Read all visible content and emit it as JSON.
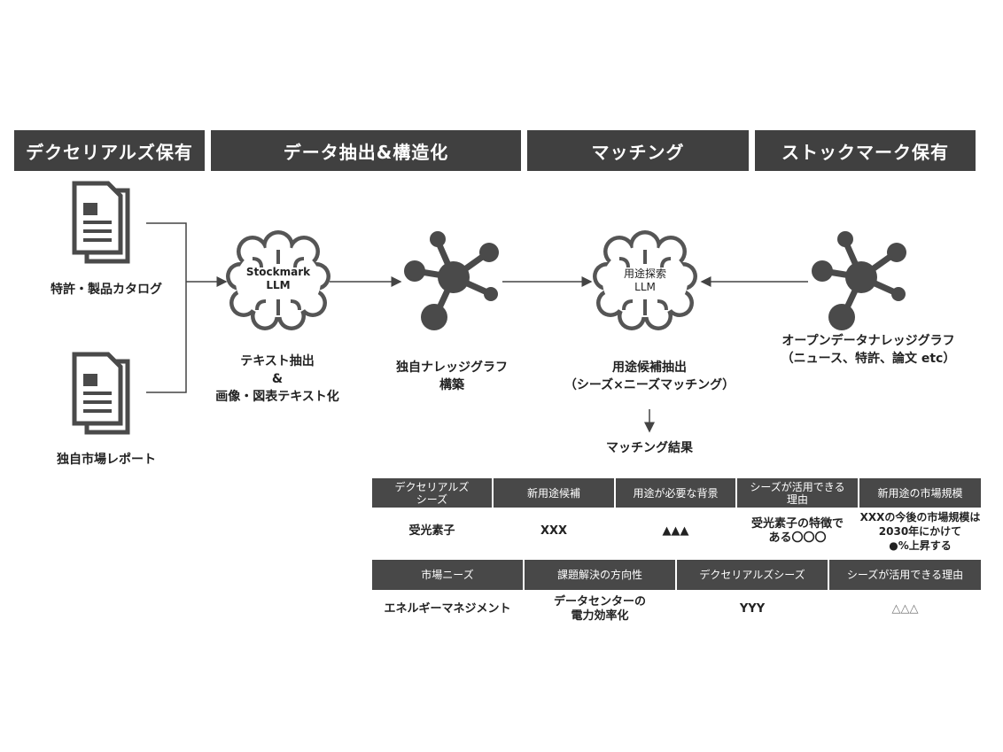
{
  "headers": [
    "デクセリアルズ保有",
    "データ抽出&構造化",
    "マッチング",
    "ストックマーク保有"
  ],
  "sources": {
    "doc1": "特許・製品カタログ",
    "doc2": "独自市場レポート"
  },
  "llm1": {
    "line1": "Stockmark",
    "line2": "LLM",
    "caption1": "テキスト抽出",
    "caption2": "&",
    "caption3": "画像・図表テキスト化"
  },
  "kg1": {
    "caption1": "独自ナレッジグラフ",
    "caption2": "構築"
  },
  "llm2": {
    "line1": "用途探索",
    "line2": "LLM",
    "caption1": "用途候補抽出",
    "caption2": "（シーズ×ニーズマッチング）"
  },
  "kg2": {
    "caption1": "オープンデータナレッジグラフ",
    "caption2": "（ニュース、特許、論文 etc）"
  },
  "result_label": "マッチング結果",
  "table1": {
    "headers": [
      "デクセリアルズ\nシーズ",
      "新用途候補",
      "用途が必要な背景",
      "シーズが活用できる\n理由",
      "新用途の市場規模"
    ],
    "row": [
      "受光素子",
      "XXX",
      "▲▲▲",
      "受光素子の特徴で\nある〇〇〇",
      "XXXの今後の市場規模は\n2030年にかけて\n●%上昇する"
    ]
  },
  "table2": {
    "headers": [
      "市場ニーズ",
      "課題解決の方向性",
      "デクセリアルズシーズ",
      "シーズが活用できる理由"
    ],
    "row": [
      "エネルギーマネジメント",
      "データセンターの\n電力効率化",
      "YYY",
      "△△△"
    ]
  },
  "colors": {
    "header_bg": "#404040",
    "icon": "#4a4a4a"
  }
}
